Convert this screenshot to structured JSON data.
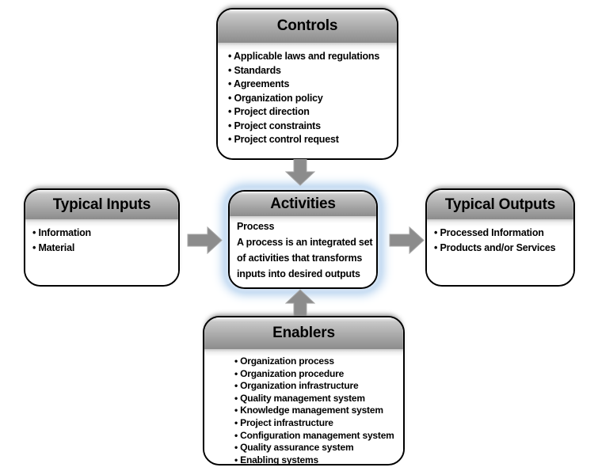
{
  "boxes": {
    "controls": {
      "title": "Controls",
      "items": [
        "Applicable laws and regulations",
        "Standards",
        "Agreements",
        "Organization policy",
        "Project direction",
        "Project constraints",
        "Project control request"
      ]
    },
    "typical_inputs": {
      "title": "Typical Inputs",
      "items": [
        "Information",
        "Material"
      ]
    },
    "activities": {
      "title": "Activities",
      "label": "Process",
      "description": "A process is an integrated set of activities that transforms inputs into desired outputs",
      "description_lines": [
        "A process is an integrated set",
        "of activities that transforms",
        "inputs into desired outputs"
      ]
    },
    "typical_outputs": {
      "title": "Typical Outputs",
      "items": [
        "Processed Information",
        "Products and/or Services"
      ]
    },
    "enablers": {
      "title": "Enablers",
      "items": [
        "Organization process",
        "Organization procedure",
        "Organization infrastructure",
        "Quality management system",
        "Knowledge management system",
        "Project infrastructure",
        "Configuration management system",
        "Quality assurance system",
        "Enabling systems"
      ]
    }
  },
  "arrows": {
    "controls_to_activities": "down",
    "inputs_to_activities": "right",
    "activities_to_outputs": "right",
    "enablers_to_activities": "up"
  },
  "colors": {
    "arrow_fill": "#8c8c8c",
    "box_border": "#000000",
    "header_top": "#f0f0f0",
    "header_bottom": "#8c8c8c",
    "activities_glow": "#aacbec",
    "background": "#ffffff"
  }
}
